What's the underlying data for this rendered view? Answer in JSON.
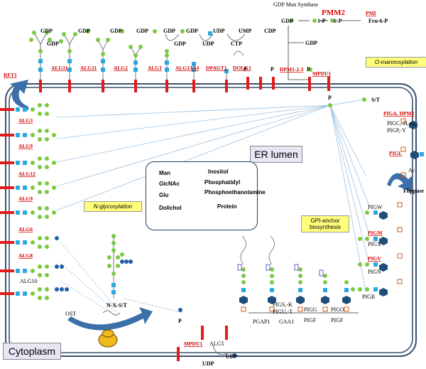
{
  "regions": {
    "er_lumen": "ER lumen",
    "cytoplasm": "Cytoplasm"
  },
  "boxes": {
    "o_mannosylation": "O-mannosylation",
    "n_glycosylation": "N-glycosylation",
    "gpi_anchor": "GPI-anchor biosynthesis"
  },
  "legend": {
    "man": "Man",
    "glcnac": "GlcNAc",
    "glu": "Glu",
    "dolichol": "Dolichol",
    "inositol": "Inositol",
    "phosphatidyl": "Phosphatidyl",
    "phosphoethanolamine": "Phosphoethanolamine",
    "protein": "Protein"
  },
  "top_pathway": {
    "gdp_man_synthase": "GDP Man Synthase",
    "gdp": "GDP",
    "p1": "1-P",
    "p6": "6-P",
    "fru6p": "Fru-6-P",
    "pmm2": "PMM2",
    "pmi": "PMI",
    "gdp_out": "GDP"
  },
  "top_labels": [
    "GDP",
    "GDP",
    "GDP",
    "GDP",
    "GDP",
    "GDP",
    "UDP",
    "UMP",
    "CDP"
  ],
  "top_labels2": [
    "GDP",
    "GDP",
    "UDP",
    "CTP"
  ],
  "top_enzymes": [
    "RFT1",
    "ALG11",
    "ALG11",
    "ALG2",
    "ALG1",
    "ALG13/14",
    "DPAGT1",
    "DOLK1",
    "DPM1-2-3",
    "MPDU1"
  ],
  "left_enzymes": [
    "ALG3",
    "ALG9",
    "ALG12",
    "ALG9",
    "ALG6",
    "ALG8",
    "ALG10"
  ],
  "ost": "OST",
  "nxst": "N-X-S/T",
  "st": "S/T",
  "p": "P",
  "gpi_right": {
    "piga": "PIGA, DPM2",
    "pigc": "PIGC,-H,-Q,",
    "pigp": "PIGP,-Y",
    "pigl": "PIGL",
    "ac": "Ac",
    "flippase": "Flippase"
  },
  "gpi_left": [
    "PIGW",
    "PIGM",
    "PIGX",
    "PIGV",
    "PIGN",
    "PIGB"
  ],
  "gpi_bottom": {
    "pigs": "PIGS,-K",
    "pigu": "PIGU,-T",
    "gpaa1": "GAA1",
    "pgap1": "PGAP1",
    "pigg": "PIGG",
    "pigf": "PIGF",
    "pigo": "PIGO",
    "pigf2": "PIGF"
  },
  "bottom": {
    "mpdu1": "MPDU1",
    "alg5": "ALG5",
    "udp": "UDP",
    "udp2": "UDP"
  },
  "colors": {
    "membrane": "#3a4f6e",
    "dolichol": "#e31a1c",
    "man": "#7ac943",
    "glcnac": "#29a9e0",
    "glu": "#1f5fa8",
    "inositol": "#1f4e79"
  }
}
